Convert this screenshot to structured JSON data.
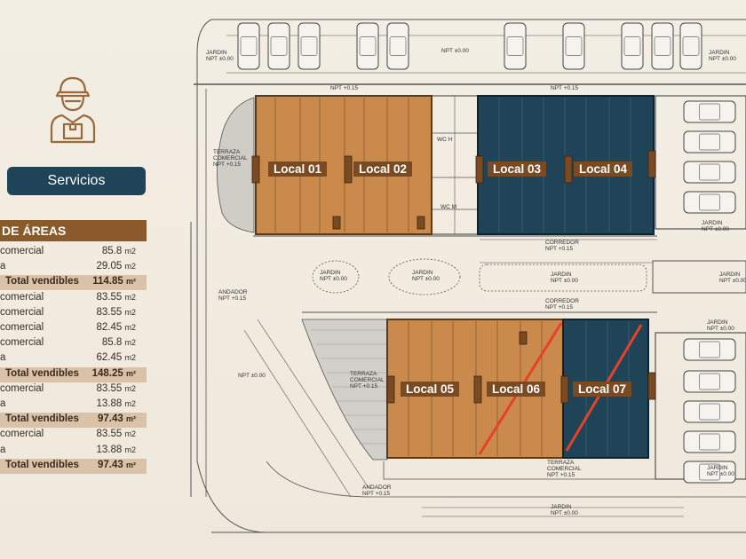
{
  "services": {
    "button_label": "Servicios",
    "icon": "service-worker-icon"
  },
  "areas_table": {
    "header": "DE ÁREAS",
    "rows": [
      {
        "label": "comercial",
        "value": "85.8",
        "unit": "m2"
      },
      {
        "label": "a",
        "value": "29.05",
        "unit": "m2"
      },
      {
        "label": "Total vendibles",
        "value": "114.85",
        "unit": "m²",
        "total": true
      },
      {
        "label": "comercial",
        "value": "83.55",
        "unit": "m2"
      },
      {
        "label": "comercial",
        "value": "83.55",
        "unit": "m2"
      },
      {
        "label": "comercial",
        "value": "82.45",
        "unit": "m2"
      },
      {
        "label": "comercial",
        "value": "85.8",
        "unit": "m2"
      },
      {
        "label": "a",
        "value": "62.45",
        "unit": "m2"
      },
      {
        "label": "Total vendibles",
        "value": "148.25",
        "unit": "m²",
        "total": true
      },
      {
        "label": "comercial",
        "value": "83.55",
        "unit": "m2"
      },
      {
        "label": "a",
        "value": "13.88",
        "unit": "m2"
      },
      {
        "label": "Total vendibles",
        "value": "97.43",
        "unit": "m²",
        "total": true
      },
      {
        "label": "comercial",
        "value": "83.55",
        "unit": "m2"
      },
      {
        "label": "a",
        "value": "13.88",
        "unit": "m2"
      },
      {
        "label": "Total vendibles",
        "value": "97.43",
        "unit": "m²",
        "total": true
      }
    ]
  },
  "plan": {
    "locals": [
      {
        "id": "local-01",
        "label": "Local 01",
        "status": "available"
      },
      {
        "id": "local-02",
        "label": "Local 02",
        "status": "available"
      },
      {
        "id": "local-03",
        "label": "Local 03",
        "status": "unavailable"
      },
      {
        "id": "local-04",
        "label": "Local 04",
        "status": "unavailable"
      },
      {
        "id": "local-05",
        "label": "Local 05",
        "status": "available"
      },
      {
        "id": "local-06",
        "label": "Local 06",
        "status": "sold"
      },
      {
        "id": "local-07",
        "label": "Local 07",
        "status": "sold"
      }
    ],
    "annotations": {
      "jardin": "JARDIN",
      "npt_000": "NPT ±0.00",
      "npt_015": "NPT +0.15",
      "terraza": "TERRAZA",
      "comercial": "COMERCIAL",
      "corredor": "CORREDOR",
      "andador": "ANDADOR",
      "wc_h": "WC H",
      "wc_m": "WC M"
    },
    "colors": {
      "available": "#c98a4b",
      "unavailable": "#1f4457",
      "sold_mark": "#e8412a",
      "label_bg": "#7a4a22",
      "button": "#1f4457"
    }
  }
}
